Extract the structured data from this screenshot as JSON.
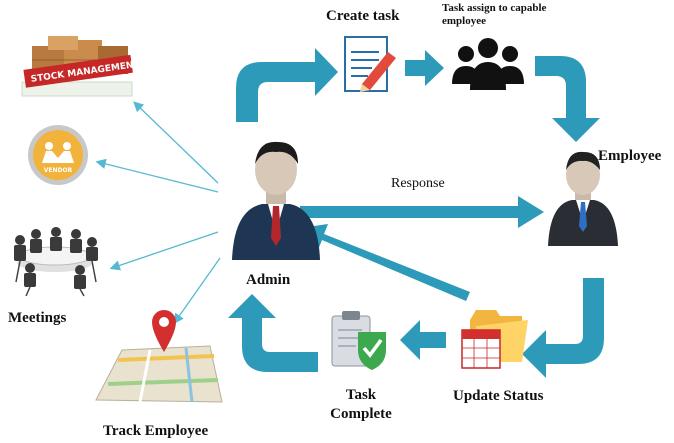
{
  "nodes": {
    "create_task": "Create task",
    "task_assign": "Task assign to capable employee",
    "employee": "Employee",
    "response": "Response",
    "admin": "Admin",
    "update_status": "Update Status",
    "task_complete": "Task Complete",
    "meetings": "Meetings",
    "track_employee": "Track Employee"
  },
  "icons": {
    "stock_management": "STOCK MANAGEMENT",
    "vendor": "VENDOR"
  },
  "colors": {
    "flow_arrow": "#2c9ab8",
    "thin_arrow": "#56b8d3",
    "vendor_badge": "#f2b33d"
  }
}
